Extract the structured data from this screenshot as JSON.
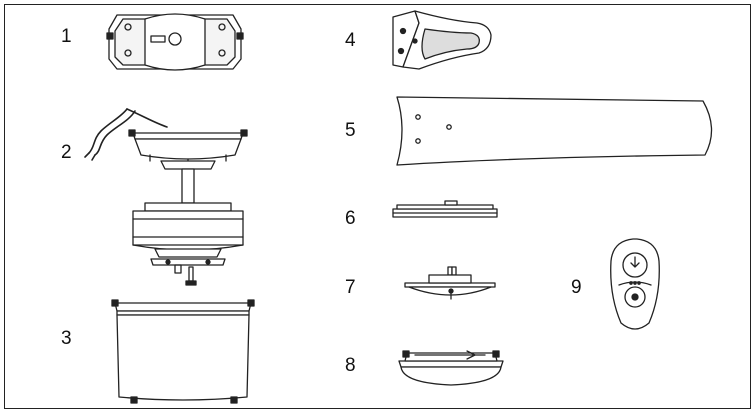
{
  "parts": [
    {
      "number": "1",
      "icon": "mounting-bracket"
    },
    {
      "number": "2",
      "icon": "motor-assembly"
    },
    {
      "number": "3",
      "icon": "light-shade-housing"
    },
    {
      "number": "4",
      "icon": "blade-arm"
    },
    {
      "number": "5",
      "icon": "fan-blade"
    },
    {
      "number": "6",
      "icon": "switch-housing-plate"
    },
    {
      "number": "7",
      "icon": "light-kit-plate"
    },
    {
      "number": "8",
      "icon": "glass-bowl"
    },
    {
      "number": "9",
      "icon": "remote-control"
    }
  ]
}
